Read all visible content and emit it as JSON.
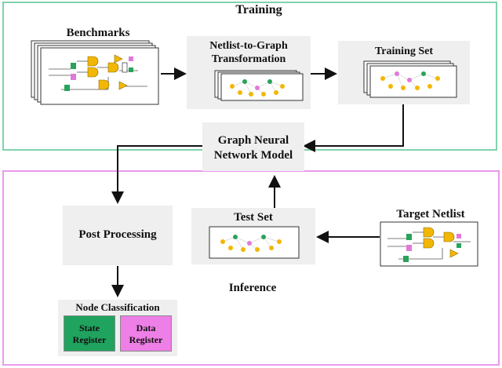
{
  "regions": {
    "training_title": "Training",
    "inference_title": "Inference"
  },
  "boxes": {
    "benchmarks": "Benchmarks",
    "netlist_to_graph_line1": "Netlist-to-Graph",
    "netlist_to_graph_line2": "Transformation",
    "training_set": "Training Set",
    "gnn_line1": "Graph Neural",
    "gnn_line2": "Network Model",
    "post_processing": "Post Processing",
    "test_set": "Test Set",
    "target_netlist": "Target Netlist",
    "node_classification": "Node Classification"
  },
  "registers": {
    "state_line1": "State",
    "state_line2": "Register",
    "data_line1": "Data",
    "data_line2": "Register"
  },
  "colors": {
    "training_border": "#7fd3ac",
    "inference_border": "#ea9aea",
    "state_register": "#1fa35f",
    "data_register": "#ee7fe6",
    "panel": "#efefef",
    "gate": "#f2b705",
    "node_green": "#2aa35a",
    "node_pink": "#e07ad8"
  }
}
